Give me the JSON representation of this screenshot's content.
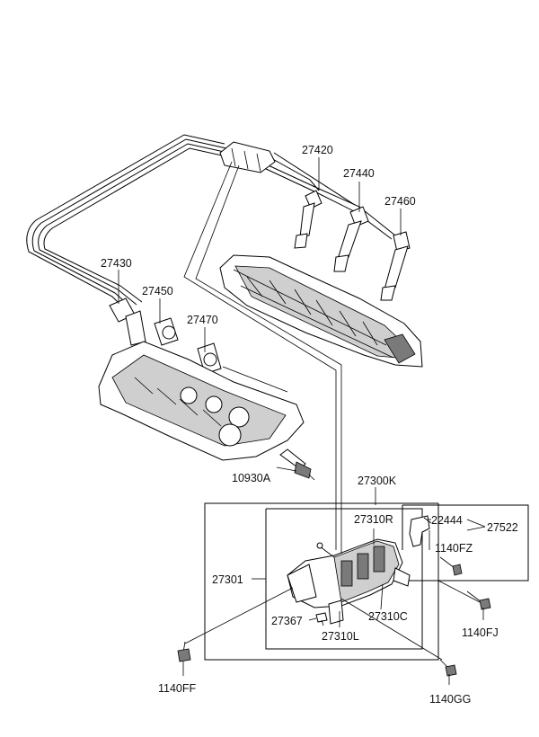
{
  "labels": {
    "l27420": "27420",
    "l27440": "27440",
    "l27460": "27460",
    "l27430": "27430",
    "l27450": "27450",
    "l27470": "27470",
    "l10930A": "10930A",
    "l27300K": "27300K",
    "l27310R": "27310R",
    "l22444": "22444",
    "l27522": "27522",
    "l1140FZ": "1140FZ",
    "l27301": "27301",
    "l1140FJ": "1140FJ",
    "l27367": "27367",
    "l27310C": "27310C",
    "l27310L": "27310L",
    "l1140FF": "1140FF",
    "l1140GG": "1140GG"
  }
}
